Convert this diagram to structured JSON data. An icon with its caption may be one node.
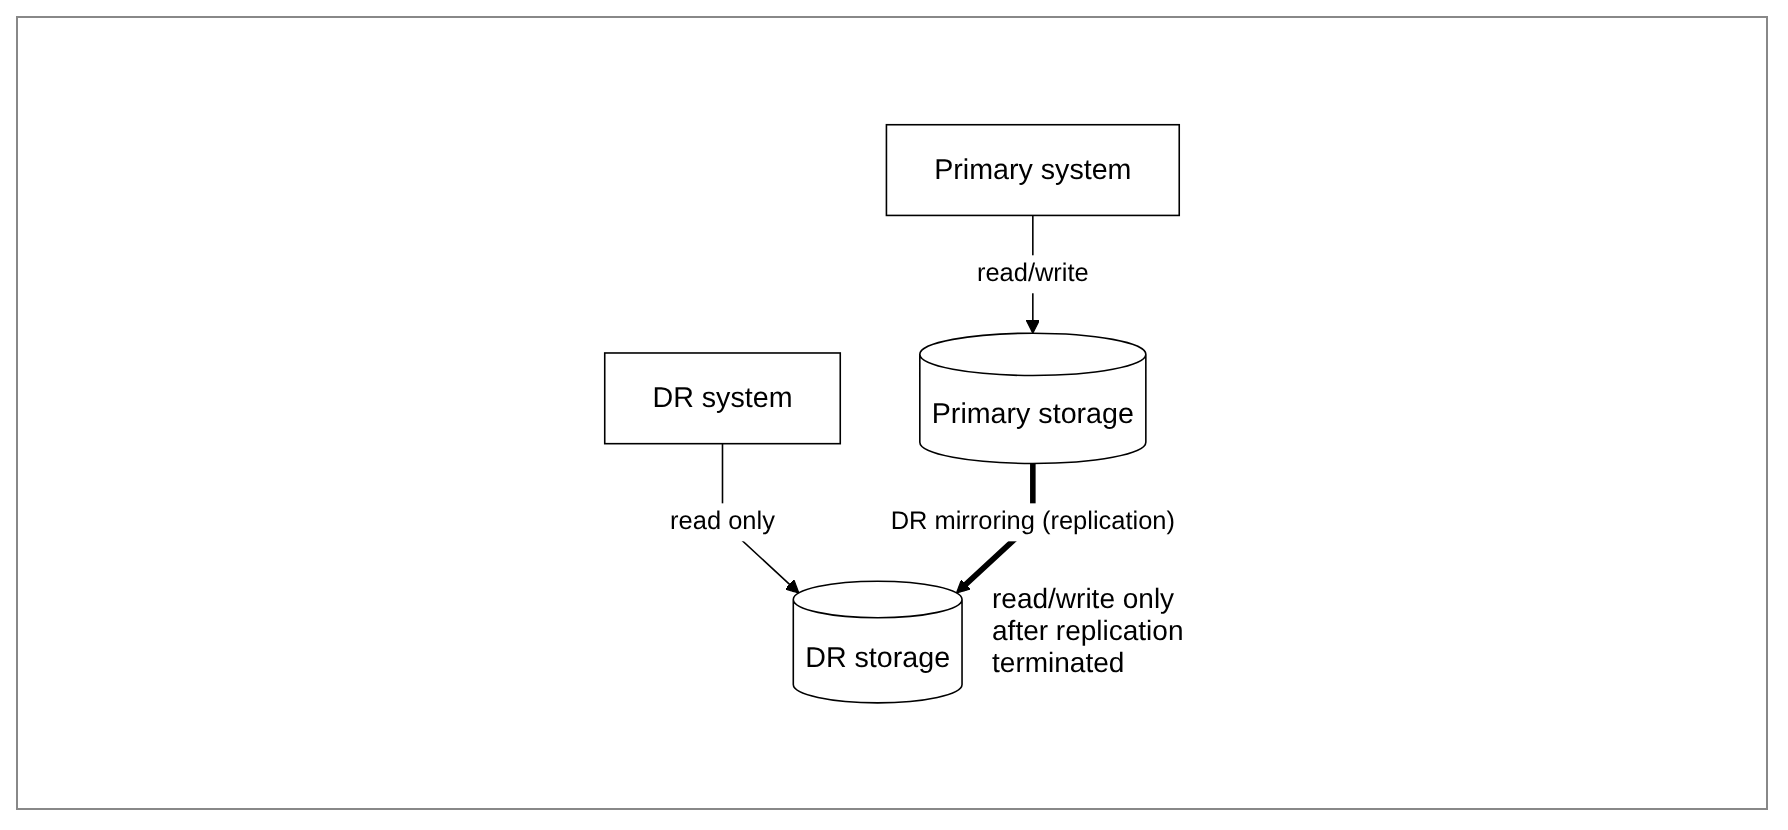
{
  "diagram": {
    "nodes": [
      {
        "text": [
          "Primary system"
        ]
      },
      {
        "text": [
          "DR system"
        ]
      },
      {
        "text": [
          "Primary storage"
        ]
      },
      {
        "text": [
          "DR storage"
        ],
        "beside": [
          "read/write only after replication terminated"
        ]
      }
    ],
    "edges": [
      {
        "from": 0,
        "to": 2,
        "arrow": "to",
        "label": "read/write"
      },
      {
        "from": 1,
        "to": 3,
        "arrow": "to",
        "label": "read only"
      },
      {
        "from": 2,
        "to": 3,
        "arrow": "to",
        "label": "DR mirroring (replication)",
        "style": "thick"
      }
    ]
  }
}
